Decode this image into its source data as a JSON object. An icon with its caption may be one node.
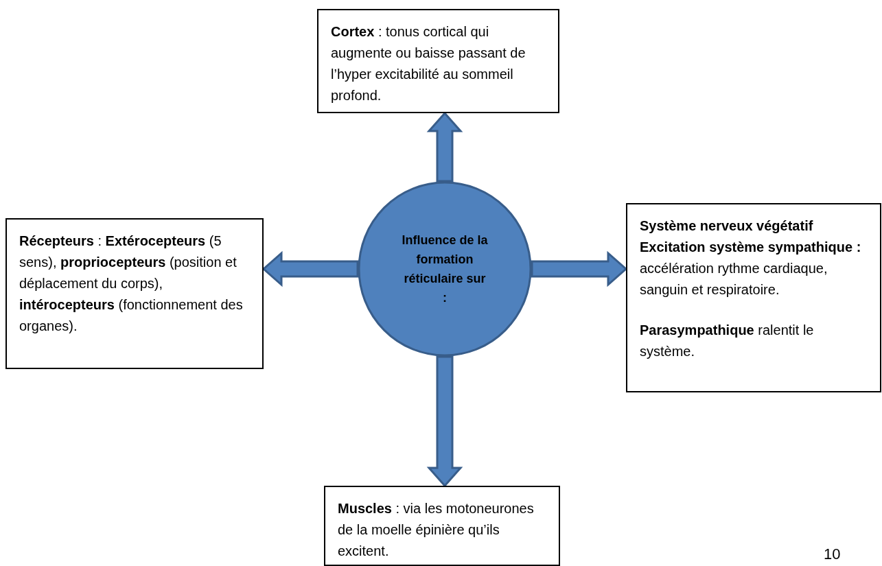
{
  "diagram": {
    "nodes": [
      {
        "text": [
          "Influence de la formation réticulaire sur :"
        ]
      },
      {
        "text": [
          "**Cortex** : tonus cortical qui augmente ou baisse passant de l’hyper excitabilité au sommeil profond."
        ]
      },
      {
        "text": [
          "**Récepteurs** : **Extérocepteurs** (5 sens), **propriocepteurs** (position et déplacement du corps), **intérocepteurs** (fonctionnement des organes)."
        ]
      },
      {
        "text": [
          "**Système nerveux végétatif Excitation système sympathique :** accélération rythme cardiaque, sanguin et respiratoire.",
          "**Parasympathique** ralentit le système."
        ]
      },
      {
        "text": [
          "**Muscles** : via les motoneurones de la moelle épinière qu’ils excitent."
        ]
      }
    ],
    "edges": [
      {
        "from": 0,
        "to": 1,
        "arrow": "to"
      },
      {
        "from": 0,
        "to": 2,
        "arrow": "to"
      },
      {
        "from": 0,
        "to": 3,
        "arrow": "to"
      },
      {
        "from": 0,
        "to": 4,
        "arrow": "to"
      }
    ],
    "labels": [
      "10"
    ]
  }
}
